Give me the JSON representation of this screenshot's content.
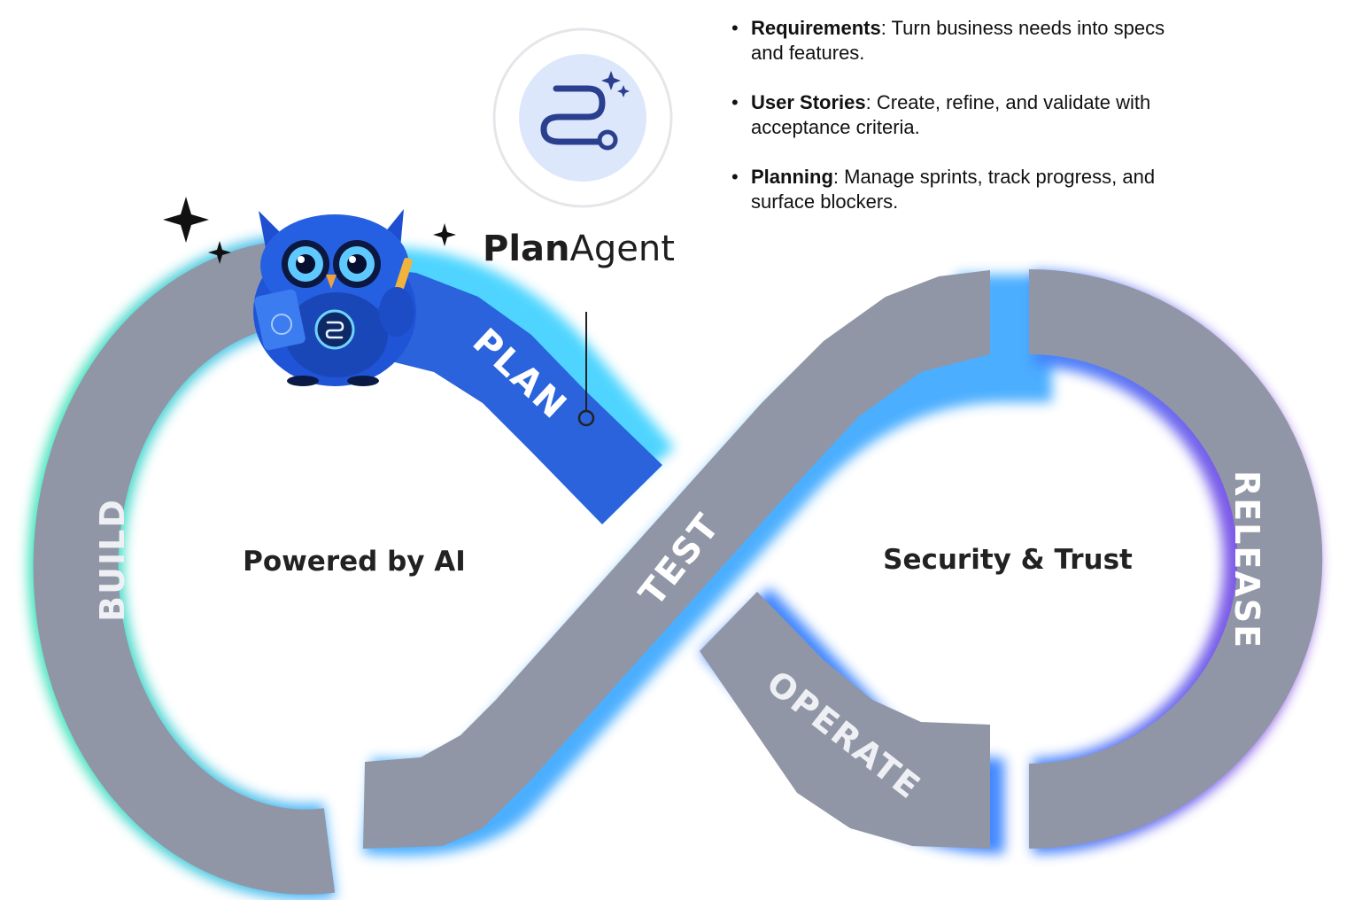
{
  "stages": {
    "plan": "PLAN",
    "build": "BUILD",
    "test": "TEST",
    "operate": "OPERATE",
    "release": "RELEASE"
  },
  "centers": {
    "left": "Powered by AI",
    "right": "Security & Trust"
  },
  "brand": {
    "name_bold": "Plan",
    "name_regular": "Agent",
    "icon": "route-sparkle-icon",
    "mascot": "owl-mascot-icon"
  },
  "features": [
    {
      "title": "Requirements",
      "text": ": Turn business needs into specs and features."
    },
    {
      "title": "User Stories",
      "text": ": Create, refine, and validate with acceptance criteria."
    },
    {
      "title": "Planning",
      "text": ": Manage sprints, track progress, and surface blockers."
    }
  ],
  "colors": {
    "segment": "#9096a6",
    "plan_segment": "#2a63dc",
    "glow_green": "#2fe0b5",
    "glow_blue": "#2f7bff",
    "glow_purple": "#7b3fe0",
    "owl": "#1f54d6"
  }
}
